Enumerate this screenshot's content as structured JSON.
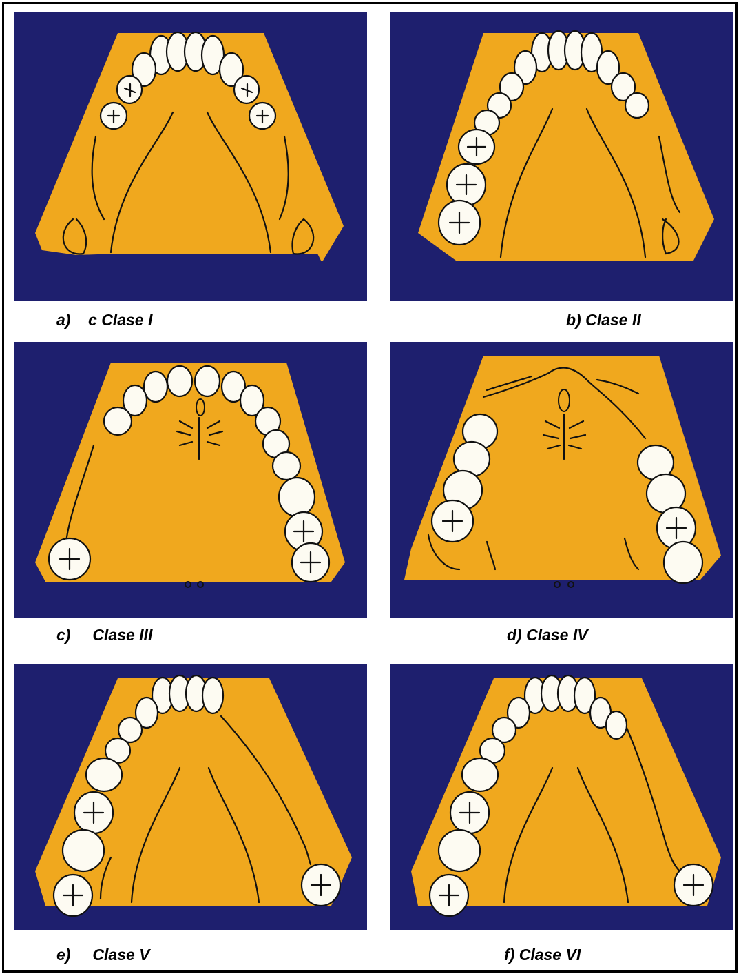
{
  "captions": {
    "a": "a)    c Clase I",
    "b": "b) Clase II",
    "c": "c)     Clase III",
    "d": "d) Clase IV",
    "e": "e)     Clase V",
    "f": "f) Clase VI"
  },
  "colors": {
    "background_panel": "#1e1f6e",
    "cast": "#f0a81e",
    "tooth": "#fdfbf2",
    "outline": "#111111"
  },
  "icons": [
    "dental-arch-illustration",
    "tooth-icon",
    "incisive-papilla-icon"
  ]
}
